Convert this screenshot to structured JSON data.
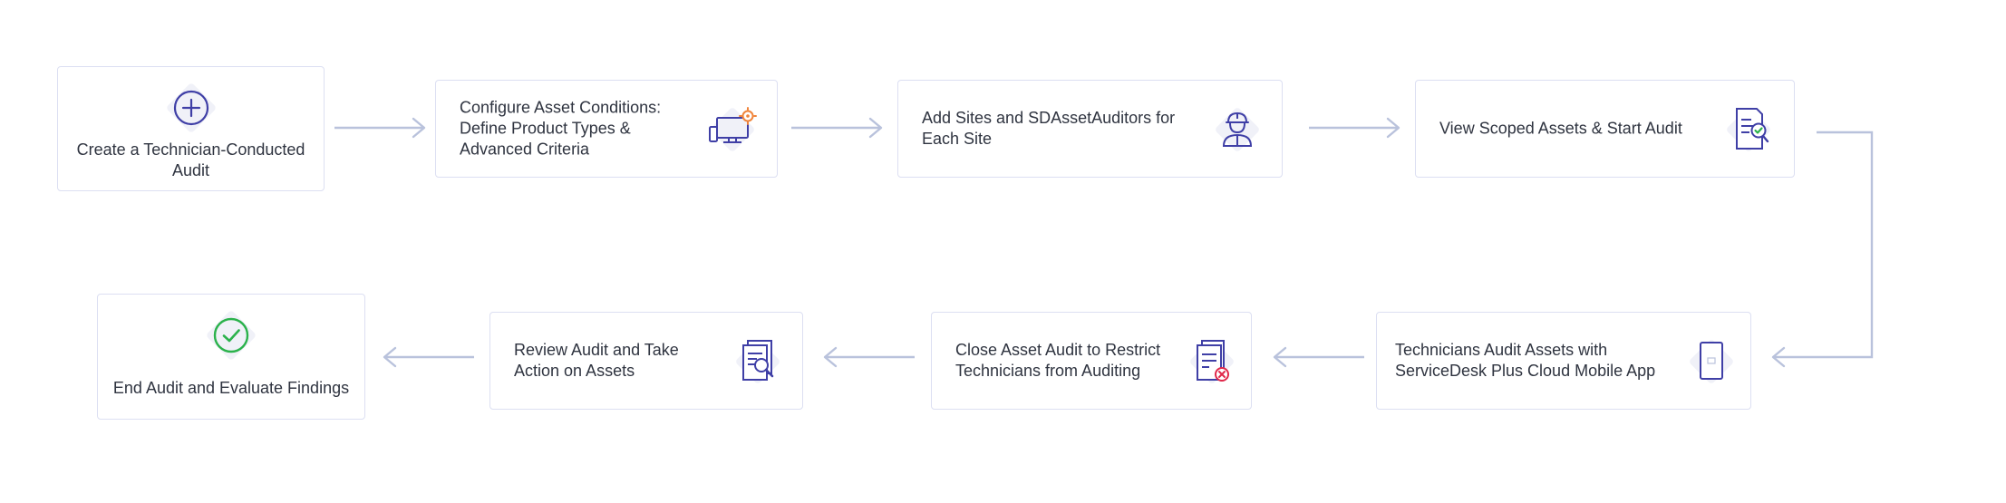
{
  "steps": [
    {
      "id": "s1",
      "label": "Create a Technician-Conducted Audit",
      "icon": "plus-circle-icon"
    },
    {
      "id": "s2",
      "label": "Configure Asset Conditions: Define Product Types & Advanced Criteria",
      "icon": "computer-gear-icon"
    },
    {
      "id": "s3",
      "label": "Add Sites and SDAssetAuditors for Each Site",
      "icon": "technician-icon"
    },
    {
      "id": "s4",
      "label": "View Scoped Assets & Start Audit",
      "icon": "document-check-icon"
    },
    {
      "id": "s5",
      "label": "Technicians Audit Assets with ServiceDesk Plus Cloud Mobile App",
      "icon": "mobile-phone-icon"
    },
    {
      "id": "s6",
      "label": "Close Asset Audit to Restrict Technicians from Auditing",
      "icon": "document-close-icon"
    },
    {
      "id": "s7",
      "label": "Review Audit and Take Action on Assets",
      "icon": "document-search-icon"
    },
    {
      "id": "s8",
      "label": "End Audit and Evaluate Findings",
      "icon": "check-circle-icon"
    }
  ],
  "colors": {
    "border": "#dcdff2",
    "arrow": "#b9c2dc",
    "icon_stroke": "#3f3fa6",
    "icon_bg": "#f0f1f8",
    "accent_orange": "#f0853b",
    "accent_green": "#2bb24c",
    "accent_red": "#e0284a"
  }
}
